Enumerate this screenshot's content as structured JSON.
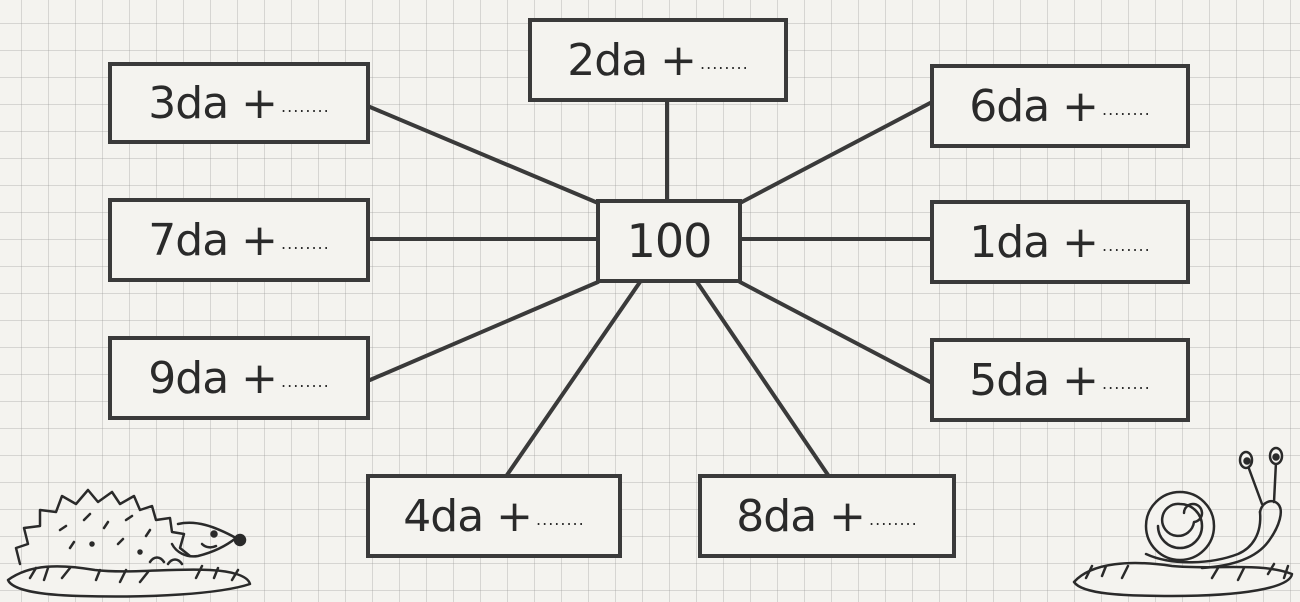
{
  "center": {
    "value": "100"
  },
  "boxes": [
    {
      "id": "2da",
      "text": "2da +",
      "blank": "........"
    },
    {
      "id": "3da",
      "text": "3da +",
      "blank": "........"
    },
    {
      "id": "6da",
      "text": "6da +",
      "blank": "........"
    },
    {
      "id": "7da",
      "text": "7da +",
      "blank": "........"
    },
    {
      "id": "1da",
      "text": "1da +",
      "blank": "........"
    },
    {
      "id": "9da",
      "text": "9da +",
      "blank": "........"
    },
    {
      "id": "5da",
      "text": "5da +",
      "blank": "........"
    },
    {
      "id": "4da",
      "text": "4da +",
      "blank": "........"
    },
    {
      "id": "8da",
      "text": "8da +",
      "blank": "........"
    }
  ],
  "decorations": [
    "hedgehog-illustration",
    "snail-illustration"
  ],
  "colors": {
    "ink": "#3a3a3a",
    "paper": "#f4f3ef",
    "grid": "#969696"
  }
}
